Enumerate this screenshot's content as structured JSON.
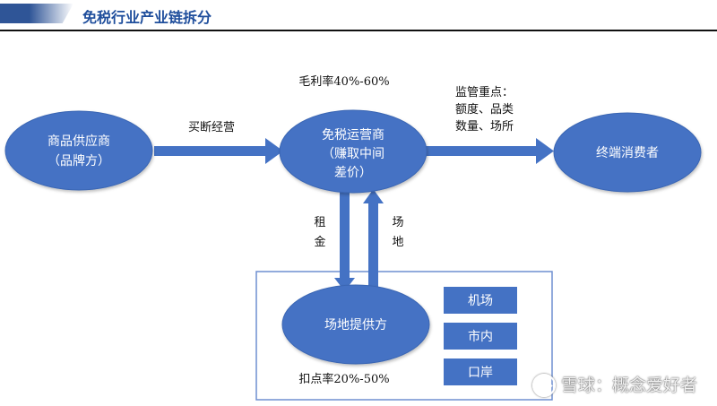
{
  "header": {
    "title": "免税行业产业链拆分"
  },
  "nodes": {
    "supplier": {
      "line1": "商品供应商",
      "line2": "（品牌方）"
    },
    "operator": {
      "line1": "免税运营商",
      "line2": "（赚取中间",
      "line3": "差价）"
    },
    "consumer": {
      "line1": "终端消费者"
    },
    "venue": {
      "line1": "场地提供方"
    }
  },
  "edges": {
    "supplier_to_operator": "买断经营",
    "operator_margin": "毛利率40%-60%",
    "operator_to_consumer": {
      "line1": "监管重点：",
      "line2": "额度、品类",
      "line3": "数量、场所"
    },
    "rent": {
      "char1": "租",
      "char2": "金"
    },
    "venue": {
      "char1": "场",
      "char2": "地"
    },
    "deduction_rate": "扣点率20%-50%"
  },
  "venue_types": [
    "机场",
    "市内",
    "口岸"
  ],
  "watermark": "雪球：概念爱好者",
  "colors": {
    "node_fill": "#4472c4",
    "box_border": "#6f8fd0",
    "title": "#1f4e9c"
  }
}
